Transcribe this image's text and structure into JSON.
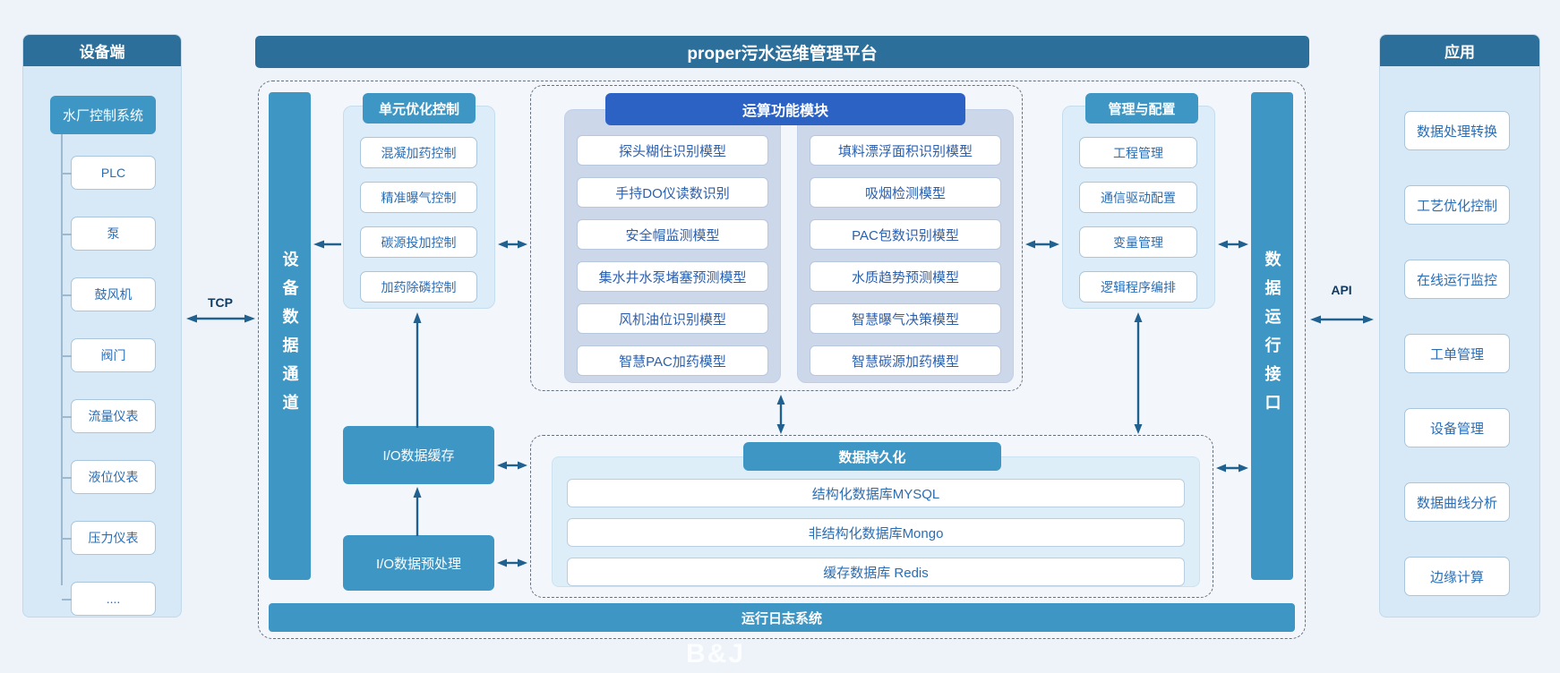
{
  "device_panel": {
    "title": "设备端",
    "system": "水厂控制系统",
    "items": [
      "PLC",
      "泵",
      "鼓风机",
      "阀门",
      "流量仪表",
      "液位仪表",
      "压力仪表",
      "...."
    ]
  },
  "links": {
    "tcp_label": "TCP",
    "api_label": "API"
  },
  "platform": {
    "title": "proper污水运维管理平台",
    "device_channel_label": "设备数据通道",
    "data_interface_label": "数据运行接口",
    "log_system_label": "运行日志系统",
    "unit_control": {
      "title": "单元优化控制",
      "items": [
        "混凝加药控制",
        "精准曝气控制",
        "碳源投加控制",
        "加药除磷控制"
      ]
    },
    "compute_module": {
      "title": "运算功能模块",
      "left_items": [
        "探头糊住识别模型",
        "手持DO仪读数识别",
        "安全帽监测模型",
        "集水井水泵堵塞预测模型",
        "风机油位识别模型",
        "智慧PAC加药模型"
      ],
      "right_items": [
        "填料漂浮面积识别模型",
        "吸烟检测模型",
        "PAC包数识别模型",
        "水质趋势预测模型",
        "智慧曝气决策模型",
        "智慧碳源加药模型"
      ]
    },
    "management": {
      "title": "管理与配置",
      "items": [
        "工程管理",
        "通信驱动配置",
        "变量管理",
        "逻辑程序编排"
      ]
    },
    "io_cache_label": "I/O数据缓存",
    "io_preprocess_label": "I/O数据预处理",
    "persistence": {
      "title": "数据持久化",
      "items": [
        "结构化数据库MYSQL",
        "非结构化数据库Mongo",
        "缓存数据库 Redis"
      ]
    }
  },
  "app_panel": {
    "title": "应用",
    "items": [
      "数据处理转换",
      "工艺优化控制",
      "在线运行监控",
      "工单管理",
      "设备管理",
      "数据曲线分析",
      "边缘计算"
    ]
  },
  "watermark": "B&J",
  "colors": {
    "header_dark": "#2d6f9b",
    "teal": "#3e96c4",
    "royal_blue": "#2d62c5",
    "arrow": "#20618f",
    "panel_bg": "#d7e9f7"
  }
}
